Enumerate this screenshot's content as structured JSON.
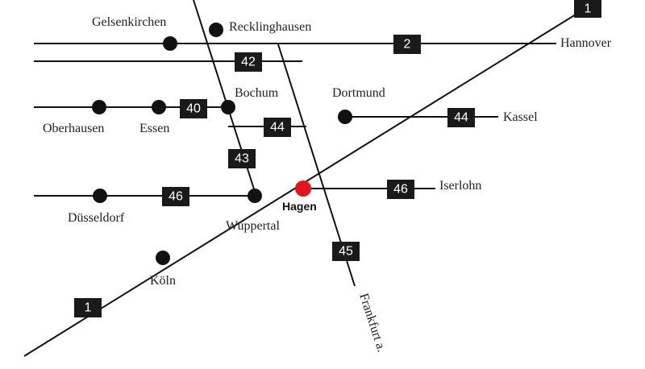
{
  "cities": {
    "gelsenkirchen": "Gelsenkirchen",
    "recklinghausen": "Recklinghausen",
    "bochum": "Bochum",
    "dortmund": "Dortmund",
    "oberhausen": "Oberhausen",
    "essen": "Essen",
    "duesseldorf": "Düsseldorf",
    "wuppertal": "Wuppertal",
    "hagen": "Hagen",
    "iserlohn": "Iserlohn",
    "koeln": "Köln",
    "kassel": "Kassel",
    "hannover": "Hannover"
  },
  "directions": {
    "frankfurt": "Frankfurt a."
  },
  "motorways": {
    "a1_top": "1",
    "a1_bottom": "1",
    "a2": "2",
    "a42": "42",
    "a40": "40",
    "a44_west": "44",
    "a44_east": "44",
    "a43": "43",
    "a46_west": "46",
    "a46_east": "46",
    "a45": "45"
  },
  "colors": {
    "road": "#111111",
    "badge": "#1a1a1a",
    "highlight": "#e3141c"
  }
}
